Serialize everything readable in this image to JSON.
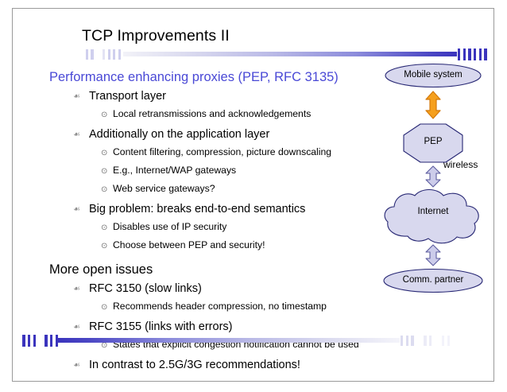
{
  "slide": {
    "title": "TCP Improvements II"
  },
  "content": [
    {
      "level": 1,
      "text": "Performance enhancing proxies (PEP, RFC 3135)",
      "accent": true
    },
    {
      "level": 2,
      "text": "Transport layer"
    },
    {
      "level": 3,
      "text": "Local retransmissions and acknowledgements"
    },
    {
      "level": 2,
      "text": "Additionally on the application layer"
    },
    {
      "level": 3,
      "text": "Content filtering, compression, picture downscaling"
    },
    {
      "level": 3,
      "text": "E.g., Internet/WAP gateways"
    },
    {
      "level": 3,
      "text": "Web service gateways?"
    },
    {
      "level": 2,
      "text": "Big problem: breaks end-to-end semantics"
    },
    {
      "level": 3,
      "text": "Disables use of IP security"
    },
    {
      "level": 3,
      "text": "Choose between PEP and security!"
    },
    {
      "level": 1,
      "text": "More open issues",
      "accent": false
    },
    {
      "level": 2,
      "text": "RFC 3150 (slow links)"
    },
    {
      "level": 3,
      "text": "Recommends header compression, no timestamp"
    },
    {
      "level": 2,
      "text": "RFC 3155 (links with errors)"
    },
    {
      "level": 3,
      "text": "States that explicit congestion notification cannot be used"
    },
    {
      "level": 2,
      "text": "In contrast to 2.5G/3G recommendations!"
    }
  ],
  "bullets": {
    "level2_glyph": "☙",
    "level3_glyph": "⊙"
  },
  "diagram": {
    "nodes": [
      {
        "id": "mobile-system",
        "label": "Mobile system",
        "shape": "ellipse"
      },
      {
        "id": "pep",
        "label": "PEP",
        "shape": "octagon"
      },
      {
        "id": "internet",
        "label": "Internet",
        "shape": "cloud"
      },
      {
        "id": "comm-partner",
        "label": "Comm. partner",
        "shape": "ellipse"
      }
    ],
    "connectors": [
      {
        "id": "wireless-arrow",
        "label": "wireless",
        "color": "#f5a01e",
        "direction": "double"
      },
      {
        "id": "pep-internet-arrow",
        "label": "",
        "color": "#c9c9e8",
        "direction": "double"
      },
      {
        "id": "internet-comm-arrow",
        "label": "",
        "color": "#c9c9e8",
        "direction": "double"
      }
    ],
    "colors": {
      "node_fill": "#d8d8ee",
      "node_stroke": "#262673",
      "arrow_fill": "#ccccea",
      "arrow_stroke": "#5b5b9e",
      "wireless_fill": "#f5a01e",
      "wireless_stroke": "#d4790a"
    }
  },
  "theme": {
    "accent": "#4a49d6",
    "deco_dark": "#3b34bd",
    "text": "#000000",
    "frame": "#9a9a9a"
  }
}
